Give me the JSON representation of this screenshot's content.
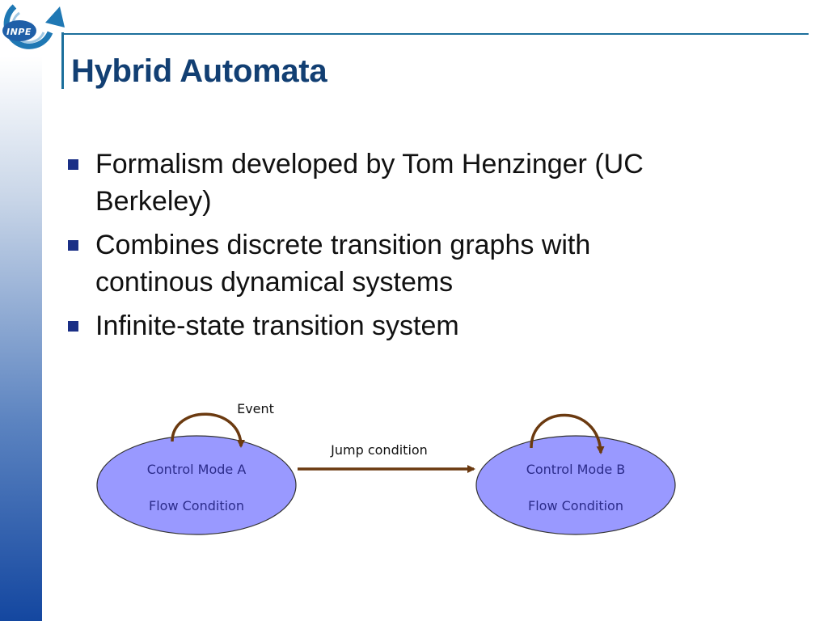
{
  "logo": {
    "text": "INPE",
    "icon": "inpe-logo-icon"
  },
  "slide": {
    "title": "Hybrid Automata",
    "bullets": [
      "Formalism developed by Tom Henzinger (UC Berkeley)",
      "Combines discrete transition graphs with continous dynamical systems",
      "Infinite-state transition system"
    ]
  },
  "diagram": {
    "event_label": "Event",
    "jump_label": "Jump condition",
    "mode_a": {
      "name": "Control Mode A",
      "flow": "Flow Condition"
    },
    "mode_b": {
      "name": "Control Mode B",
      "flow": "Flow Condition"
    }
  },
  "colors": {
    "title": "#123f73",
    "rule_line": "#1c6f9c",
    "bullet": "#1a2f86",
    "ellipse_fill": "#9999ff",
    "ellipse_text": "#2b2b8a",
    "arrow": "#6b3a10"
  }
}
